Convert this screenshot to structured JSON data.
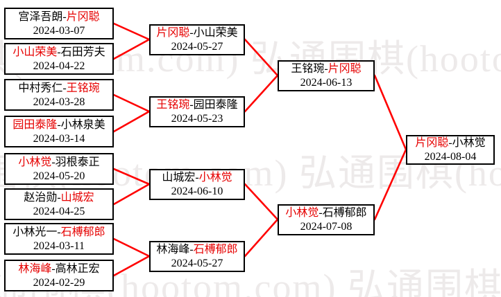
{
  "separator": "-",
  "watermark": {
    "text": "弘通围棋(hootom.com)"
  },
  "colors": {
    "connector": "#ff0000",
    "winner": "#e60000",
    "border": "#000000",
    "watermark": "#edeaea"
  },
  "rounds": [
    {
      "matches": [
        {
          "p1": "宫泽吾朗",
          "p2": "片冈聪",
          "winner": "p2",
          "date": "2024-03-07"
        },
        {
          "p1": "小山荣美",
          "p2": "石田芳夫",
          "winner": "p1",
          "date": "2024-04-22"
        },
        {
          "p1": "中村秀仁",
          "p2": "王铭琬",
          "winner": "p2",
          "date": "2024-03-28"
        },
        {
          "p1": "园田泰隆",
          "p2": "小林泉美",
          "winner": "p1",
          "date": "2024-03-14"
        },
        {
          "p1": "小林觉",
          "p2": "羽根泰正",
          "winner": "p1",
          "date": "2024-05-20"
        },
        {
          "p1": "赵治勋",
          "p2": "山城宏",
          "winner": "p2",
          "date": "2024-04-25"
        },
        {
          "p1": "小林光一",
          "p2": "石榑郁郎",
          "winner": "p2",
          "date": "2024-03-11"
        },
        {
          "p1": "林海峰",
          "p2": "高林正宏",
          "winner": "p1",
          "date": "2024-02-29"
        }
      ]
    },
    {
      "matches": [
        {
          "p1": "片冈聪",
          "p2": "小山荣美",
          "winner": "p1",
          "date": "2024-05-27"
        },
        {
          "p1": "王铭琬",
          "p2": "园田泰隆",
          "winner": "p1",
          "date": "2024-05-23"
        },
        {
          "p1": "山城宏",
          "p2": "小林觉",
          "winner": "p2",
          "date": "2024-06-10"
        },
        {
          "p1": "林海峰",
          "p2": "石榑郁郎",
          "winner": "p2",
          "date": "2024-05-27"
        }
      ]
    },
    {
      "matches": [
        {
          "p1": "王铭琬",
          "p2": "片冈聪",
          "winner": "p2",
          "date": "2024-06-13"
        },
        {
          "p1": "小林觉",
          "p2": "石榑郁郎",
          "winner": "p1",
          "date": "2024-07-08"
        }
      ]
    },
    {
      "matches": [
        {
          "p1": "片冈聪",
          "p2": "小林觉",
          "winner": "p1",
          "date": "2024-08-04"
        }
      ]
    }
  ]
}
